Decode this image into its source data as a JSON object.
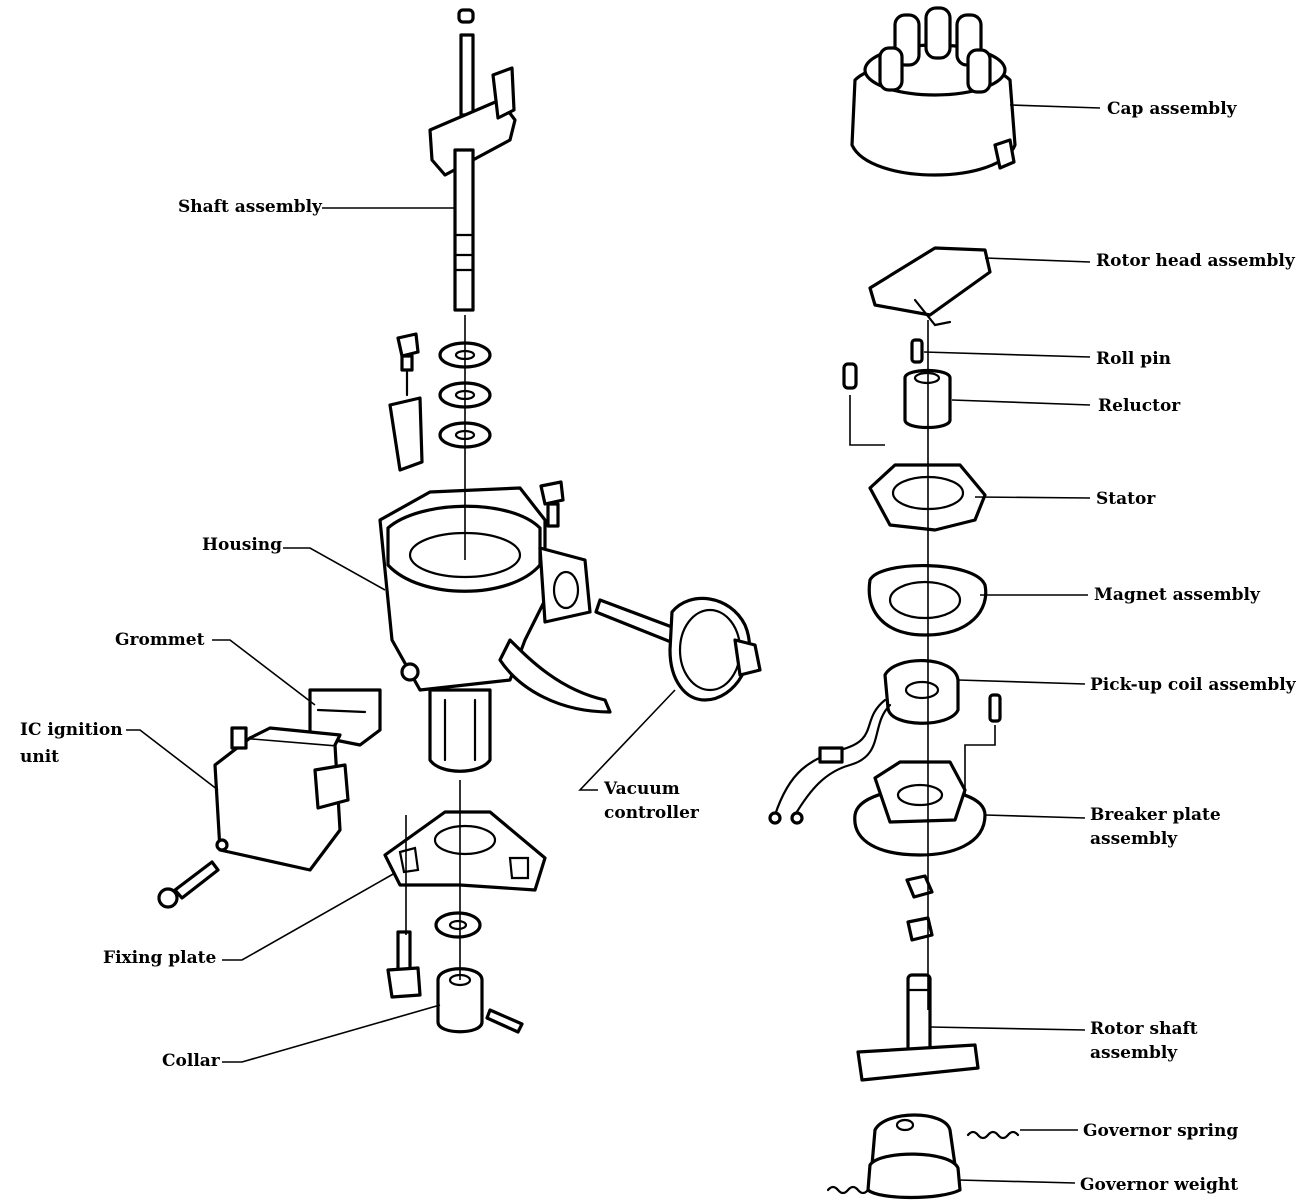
{
  "labels": {
    "shaft_assembly": "Shaft assembly",
    "housing": "Housing",
    "grommet": "Grommet",
    "ic_ignition_unit_1": "IC ignition",
    "ic_ignition_unit_2": "unit",
    "vacuum_controller_1": "Vacuum",
    "vacuum_controller_2": "controller",
    "fixing_plate": "Fixing plate",
    "collar": "Collar",
    "cap_assembly": "Cap assembly",
    "rotor_head_assembly": "Rotor head assembly",
    "roll_pin": "Roll pin",
    "reluctor": "Reluctor",
    "stator": "Stator",
    "magnet_assembly": "Magnet assembly",
    "pickup_coil_assembly": "Pick-up coil assembly",
    "breaker_plate_assembly_1": "Breaker plate",
    "breaker_plate_assembly_2": "assembly",
    "rotor_shaft_assembly_1": "Rotor shaft",
    "rotor_shaft_assembly_2": "assembly",
    "governor_spring": "Governor spring",
    "governor_weight": "Governor weight"
  }
}
